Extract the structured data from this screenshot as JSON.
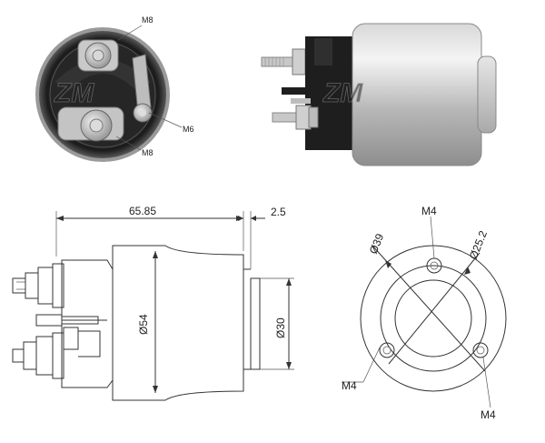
{
  "photos": {
    "end_view_labels": {
      "top_terminal": "M8",
      "side_terminal": "M6",
      "bottom_terminal": "M8"
    }
  },
  "side_view": {
    "length": "65.85",
    "offset": "2.5",
    "body_diameter": "Ø54",
    "plunger_diameter": "Ø30"
  },
  "front_view": {
    "bolt_circle": "Ø39",
    "bore": "Ø25.2",
    "holes_top": "M4",
    "holes_left": "M4",
    "holes_right": "M4"
  },
  "colors": {
    "line": "#333333",
    "photo_dark": "#2a2a2a",
    "photo_metal": "#bcbcbc"
  }
}
